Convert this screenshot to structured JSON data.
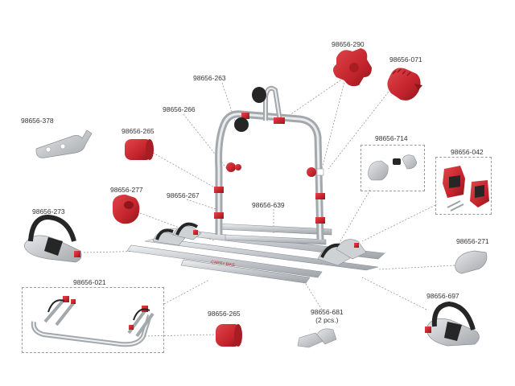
{
  "colors": {
    "accent_red": "#c4242c",
    "frame_aluminium": "#c9cccf",
    "strap_black": "#2a2a2a",
    "leader_line": "#8a8a8a"
  },
  "frame_text": {
    "brand": "CARRY-BIKE"
  },
  "parts": [
    {
      "id": "p378",
      "code": "98656-378",
      "icon": "silver-hook-bracket"
    },
    {
      "id": "p265a",
      "code": "98656-265",
      "icon": "red-cylinder-cap"
    },
    {
      "id": "p266",
      "code": "98656-266",
      "icon": "red-clamp-knob"
    },
    {
      "id": "p263",
      "code": "98656-263",
      "icon": "black-knob"
    },
    {
      "id": "p290",
      "code": "98656-290",
      "icon": "red-star-knob"
    },
    {
      "id": "p071",
      "code": "98656-071",
      "icon": "red-ratchet-knob"
    },
    {
      "id": "p714",
      "code": "98656-714",
      "icon": "grey-end-cap"
    },
    {
      "id": "p042",
      "code": "98656-042",
      "icon": "red-rail-clamp"
    },
    {
      "id": "p277",
      "code": "98656-277",
      "icon": "red-tube-clamp"
    },
    {
      "id": "p267",
      "code": "98656-267",
      "icon": "red-frame-joint"
    },
    {
      "id": "p639",
      "code": "98656-639",
      "icon": "silver-cross-bar"
    },
    {
      "id": "p273",
      "code": "98656-273",
      "icon": "wheel-cradle-with-strap"
    },
    {
      "id": "p271",
      "code": "98656-271",
      "icon": "grey-rail-end-cap"
    },
    {
      "id": "p021",
      "code": "98656-021",
      "icon": "bike-holder-arm"
    },
    {
      "id": "p265b",
      "code": "98656-265",
      "icon": "red-cylinder-cap"
    },
    {
      "id": "p681",
      "code": "98656-681",
      "qty": "(2 pcs.)",
      "icon": "grey-wheel-stop"
    },
    {
      "id": "p697",
      "code": "98656-697",
      "icon": "wheel-cradle-with-strap"
    }
  ]
}
